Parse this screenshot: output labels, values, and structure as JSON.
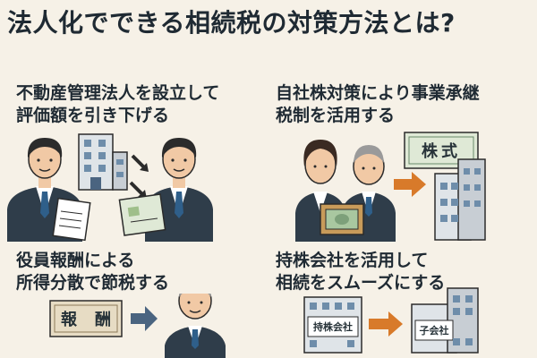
{
  "title": "法人化でできる相続税の対策方法とは?",
  "sections": [
    {
      "line1": "不動産管理法人を設立して",
      "line2": "評価額を引き下げる"
    },
    {
      "line1": "自社株対策により事業承継",
      "line2": "税制を活用する"
    },
    {
      "line1": "役員報酬による",
      "line2": "所得分散で節税する"
    },
    {
      "line1": "持株会社を活用して",
      "line2": "相続をスムーズにする"
    }
  ],
  "labels": {
    "stock": "株式",
    "reward": [
      "報",
      "酬"
    ],
    "holding_company": "持株会社",
    "subsidiary": "子会社"
  },
  "colors": {
    "background": "#f6f1e7",
    "suit": "#2f3d4a",
    "tie": "#2f5f8a",
    "skin": "#f1c9a5",
    "arrow_blue": "#4a6480",
    "arrow_orange": "#d87a2a",
    "building": "#dfe4e8",
    "card_green": "#dfe9d6"
  },
  "icons": [
    "businessman-icon",
    "office-building-icon",
    "document-icon",
    "arrow-icon",
    "stock-certificate-icon",
    "businesswoman-icon",
    "money-box-icon"
  ]
}
